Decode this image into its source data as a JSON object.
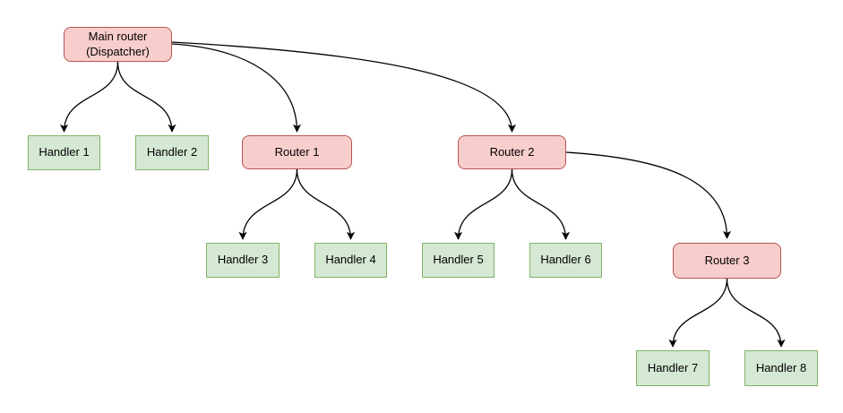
{
  "colors": {
    "background": "#ffffff",
    "router_fill": "#f8cecc",
    "router_border": "#b85450",
    "handler_fill": "#d5e8d4",
    "handler_border": "#82b366",
    "edge_color": "#000000"
  },
  "nodes": {
    "main_router": {
      "line1": "Main router",
      "line2": "(Dispatcher)",
      "type": "router"
    },
    "handler1": {
      "label": "Handler 1",
      "type": "handler"
    },
    "handler2": {
      "label": "Handler 2",
      "type": "handler"
    },
    "router1": {
      "label": "Router 1",
      "type": "router"
    },
    "router2": {
      "label": "Router 2",
      "type": "router"
    },
    "handler3": {
      "label": "Handler 3",
      "type": "handler"
    },
    "handler4": {
      "label": "Handler 4",
      "type": "handler"
    },
    "handler5": {
      "label": "Handler 5",
      "type": "handler"
    },
    "handler6": {
      "label": "Handler 6",
      "type": "handler"
    },
    "router3": {
      "label": "Router 3",
      "type": "router"
    },
    "handler7": {
      "label": "Handler 7",
      "type": "handler"
    },
    "handler8": {
      "label": "Handler 8",
      "type": "handler"
    }
  },
  "edges": [
    {
      "from": "main_router",
      "to": "handler1"
    },
    {
      "from": "main_router",
      "to": "handler2"
    },
    {
      "from": "main_router",
      "to": "router1"
    },
    {
      "from": "main_router",
      "to": "router2"
    },
    {
      "from": "router1",
      "to": "handler3"
    },
    {
      "from": "router1",
      "to": "handler4"
    },
    {
      "from": "router2",
      "to": "handler5"
    },
    {
      "from": "router2",
      "to": "handler6"
    },
    {
      "from": "router2",
      "to": "router3"
    },
    {
      "from": "router3",
      "to": "handler7"
    },
    {
      "from": "router3",
      "to": "handler8"
    }
  ]
}
